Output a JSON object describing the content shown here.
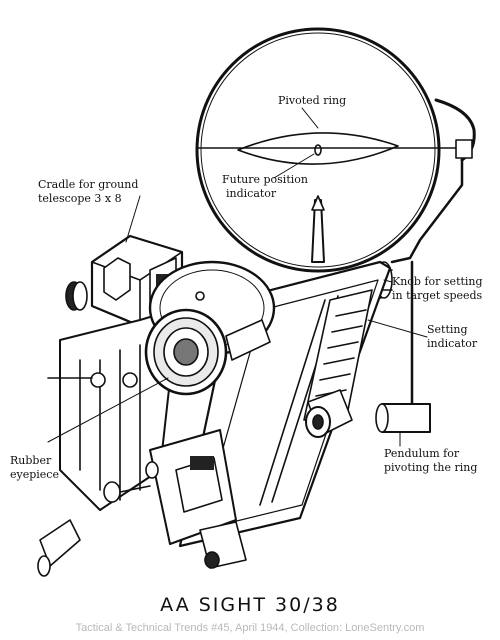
{
  "labels": {
    "pivoted_ring": "Pivoted ring",
    "future_position_1": "Future position",
    "future_position_2": "indicator",
    "cradle_1": "Cradle for ground",
    "cradle_2": "telescope 3 x 8",
    "knob_1": "Knob for setting",
    "knob_2": "in target speeds",
    "setting_1": "Setting",
    "setting_2": "indicator",
    "rubber_1": "Rubber",
    "rubber_2": "eyepiece",
    "pendulum_1": "Pendulum for",
    "pendulum_2": "pivoting the ring"
  },
  "title": "AA SIGHT 30/38",
  "credit": "Tactical & Technical Trends #45, April 1944, Collection: LoneSentry.com",
  "colors": {
    "ink": "#111111",
    "credit": "#b9b9b9",
    "paper": "#ffffff"
  }
}
